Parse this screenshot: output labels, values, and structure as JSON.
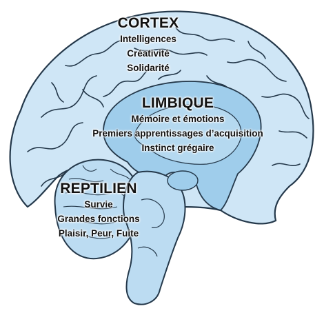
{
  "regions": {
    "cortex": {
      "title": "CORTEX",
      "lines": [
        "Intelligences",
        "Créativité",
        "Solidarité"
      ]
    },
    "limbique": {
      "title": "LIMBIQUE",
      "lines": [
        "Mémoire et émotions",
        "Premiers apprentissages d’acquisition",
        "Instinct grégaire"
      ]
    },
    "reptilien": {
      "title": "REPTILIEN",
      "lines": [
        "Survie",
        "Grandes fonctions",
        "Plaisir, Peur, Fuite"
      ]
    }
  },
  "colors": {
    "cortex_fill": "#cfe6f6",
    "limbic_fill": "#9fcdeb",
    "stem_fill": "#bcdcf2",
    "outline": "#24384a"
  },
  "icons": [
    "brain-illustration"
  ]
}
